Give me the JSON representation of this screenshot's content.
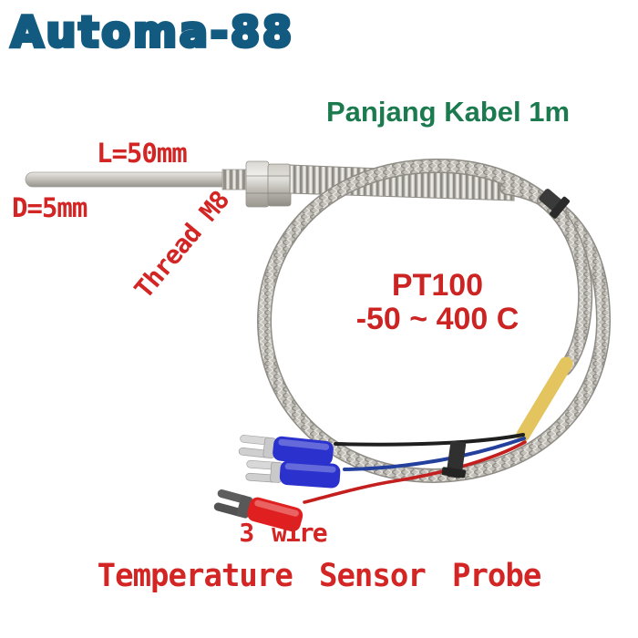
{
  "colors": {
    "background": "#ffffff",
    "brand_teal": "#135a80",
    "annotation_red": "#d42525",
    "annotation_green": "#1b7b4f",
    "steel_gray": "#c3c0ba",
    "terminal_blue": "#2a31cd",
    "terminal_red": "#e02020",
    "wire_black": "#1f1f1f",
    "wire_blue": "#23409d",
    "wire_red": "#c41f1f",
    "sleeve_yellow": "#e4c45e",
    "cable_tie_black": "#333333"
  },
  "header": {
    "brand": "Automa-88"
  },
  "annotations": {
    "cable_length": "Panjang Kabel 1m",
    "probe_length": "L=50mm",
    "probe_diameter": "D=5mm",
    "thread_spec": "Thread M8",
    "sensor_type": "PT100",
    "temperature_range": "-50 ~ 400 C",
    "wire_count": "3 wire",
    "product_title": "Temperature Sensor Probe"
  },
  "product": {
    "name": "PT100 temperature sensor probe with braided cable and fork terminals",
    "terminal_colors": [
      "blue",
      "blue",
      "red"
    ],
    "wire_colors": [
      "black",
      "blue",
      "red"
    ]
  }
}
